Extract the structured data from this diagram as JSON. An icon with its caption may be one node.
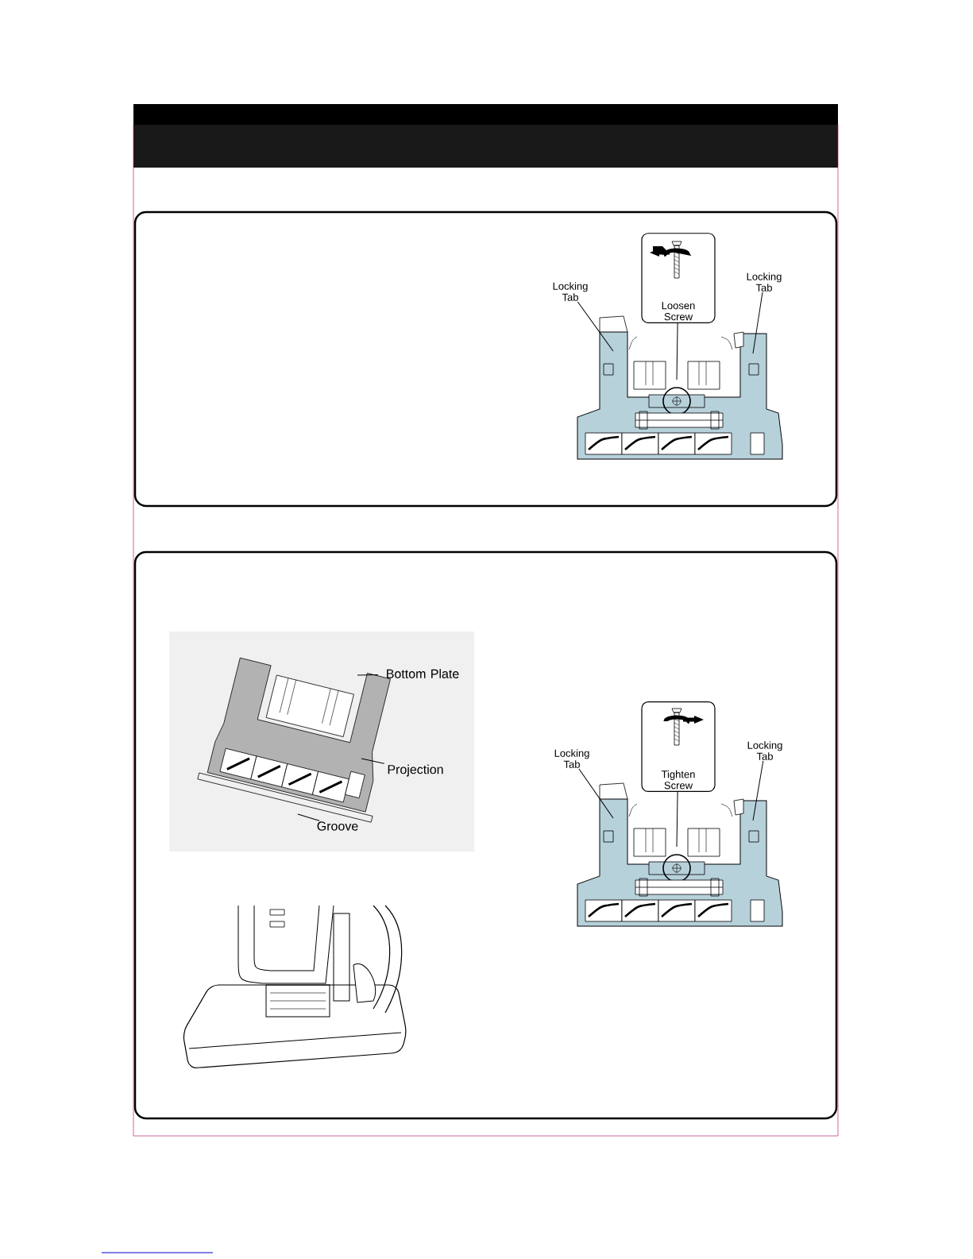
{
  "diagram": {
    "nodes": [
      {
        "text": [
          "Locking Tab"
        ]
      },
      {
        "text": [
          "Loosen Screw"
        ]
      },
      {
        "text": [
          "Locking Tab"
        ]
      },
      {
        "text": [
          "Bottom Plate"
        ]
      },
      {
        "text": [
          "Projection"
        ]
      },
      {
        "text": [
          "Groove"
        ]
      },
      {
        "text": [
          "Locking Tab"
        ]
      },
      {
        "text": [
          "Tighten Screw"
        ]
      },
      {
        "text": [
          "Locking Tab"
        ]
      }
    ],
    "edges": [
      {
        "from": 0,
        "to": null,
        "arrow": "none"
      },
      {
        "from": 1,
        "to": null,
        "arrow": "none"
      },
      {
        "from": 2,
        "to": null,
        "arrow": "none"
      },
      {
        "from": 3,
        "to": null,
        "arrow": "none"
      },
      {
        "from": 4,
        "to": null,
        "arrow": "none"
      },
      {
        "from": 5,
        "to": null,
        "arrow": "none"
      },
      {
        "from": 6,
        "to": null,
        "arrow": "none"
      },
      {
        "from": 7,
        "to": null,
        "arrow": "none"
      },
      {
        "from": 8,
        "to": null,
        "arrow": "none"
      }
    ]
  }
}
